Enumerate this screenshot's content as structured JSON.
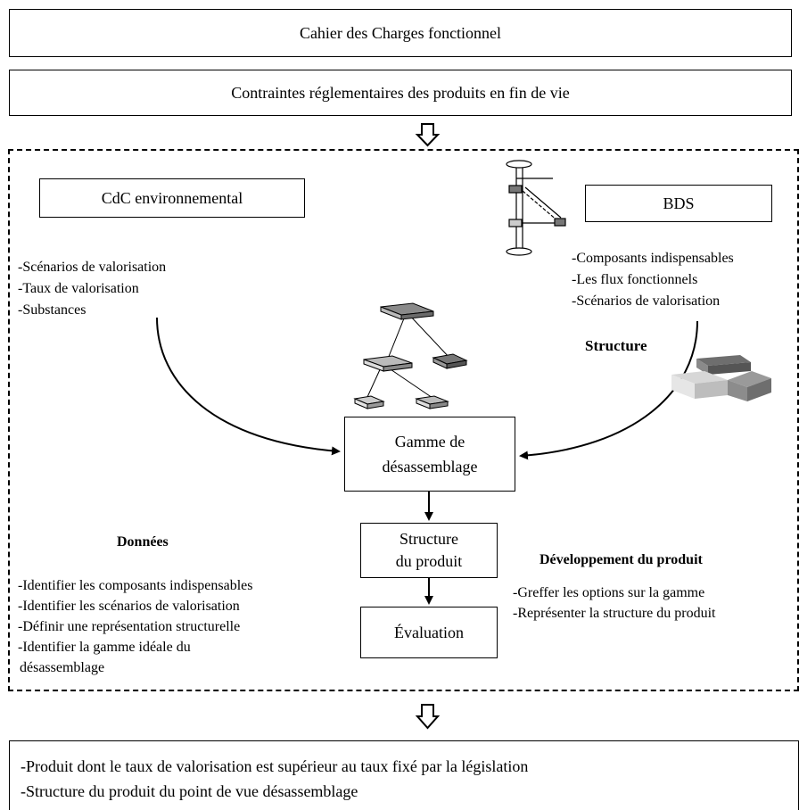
{
  "top": {
    "cahier": "Cahier des Charges fonctionnel",
    "contraintes": "Contraintes réglementaires des produits en fin de vie"
  },
  "left": {
    "cdc_title": "CdC environnemental",
    "items": [
      "-Scénarios de valorisation",
      "-Taux de valorisation",
      "-Substances"
    ]
  },
  "right": {
    "bds_title": "BDS",
    "items": [
      "-Composants indispensables",
      "-Les flux fonctionnels",
      "-Scénarios de valorisation"
    ],
    "structure_label": "Structure"
  },
  "center": {
    "gamme_line1": "Gamme de",
    "gamme_line2": "désassemblage",
    "structure_line1": "Structure",
    "structure_line2": "du produit",
    "evaluation": "Évaluation"
  },
  "donnees": {
    "title": "Données",
    "items": [
      "-Identifier les composants indispensables",
      "-Identifier les scénarios de valorisation",
      "-Définir une représentation structurelle",
      "-Identifier la gamme idéale du",
      "désassemblage"
    ]
  },
  "developpement": {
    "title": "Développement du produit",
    "items": [
      "-Greffer les options sur la gamme",
      "-Représenter la structure du produit"
    ]
  },
  "result": {
    "items": [
      "-Produit dont le taux de valorisation est supérieur au taux fixé par la législation",
      "-Structure du produit du point de vue désassemblage"
    ]
  }
}
